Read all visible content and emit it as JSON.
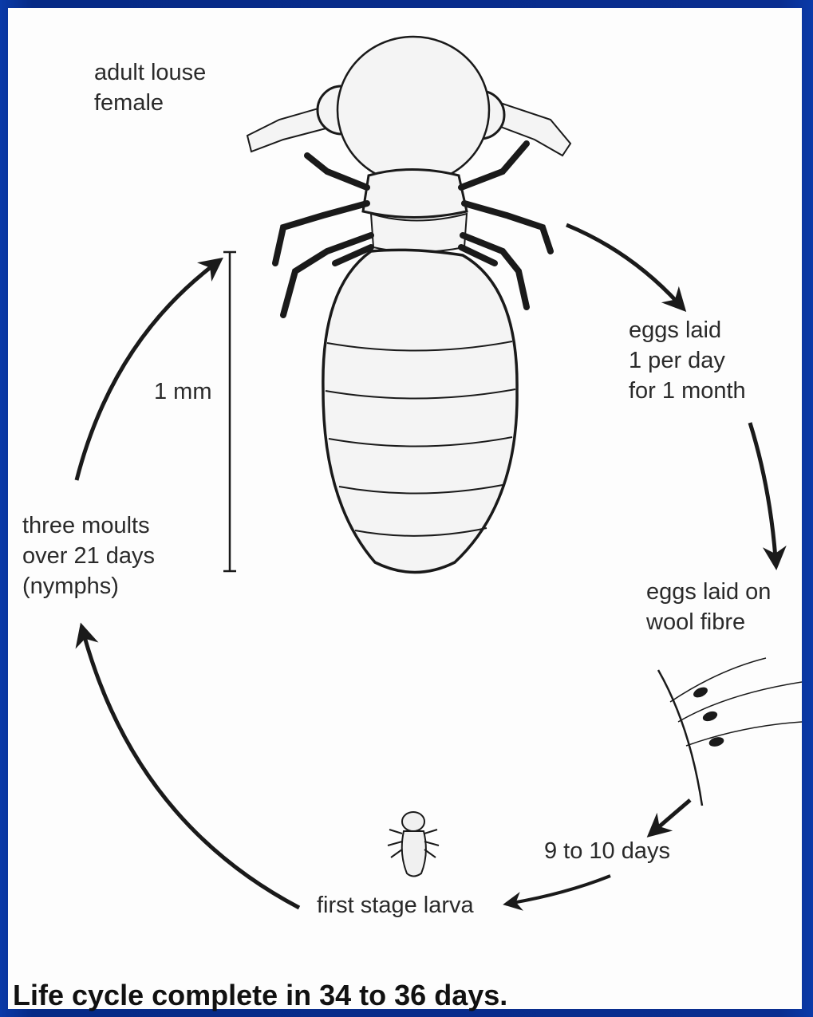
{
  "labels": {
    "adult_louse": "adult louse\nfemale",
    "eggs_laid": "eggs laid\n1 per day\nfor 1 month",
    "eggs_on_wool": "eggs laid on\nwool fibre",
    "nine_to_ten": "9 to 10 days",
    "first_stage": "first stage larva",
    "three_moults": "three moults\nover 21 days\n(nymphs)",
    "scale": "1 mm"
  },
  "caption": "Life cycle complete in 34 to 36 days.",
  "colors": {
    "background": "#0a2e90",
    "page": "#fdfdfd",
    "ink": "#1a1a1a"
  }
}
